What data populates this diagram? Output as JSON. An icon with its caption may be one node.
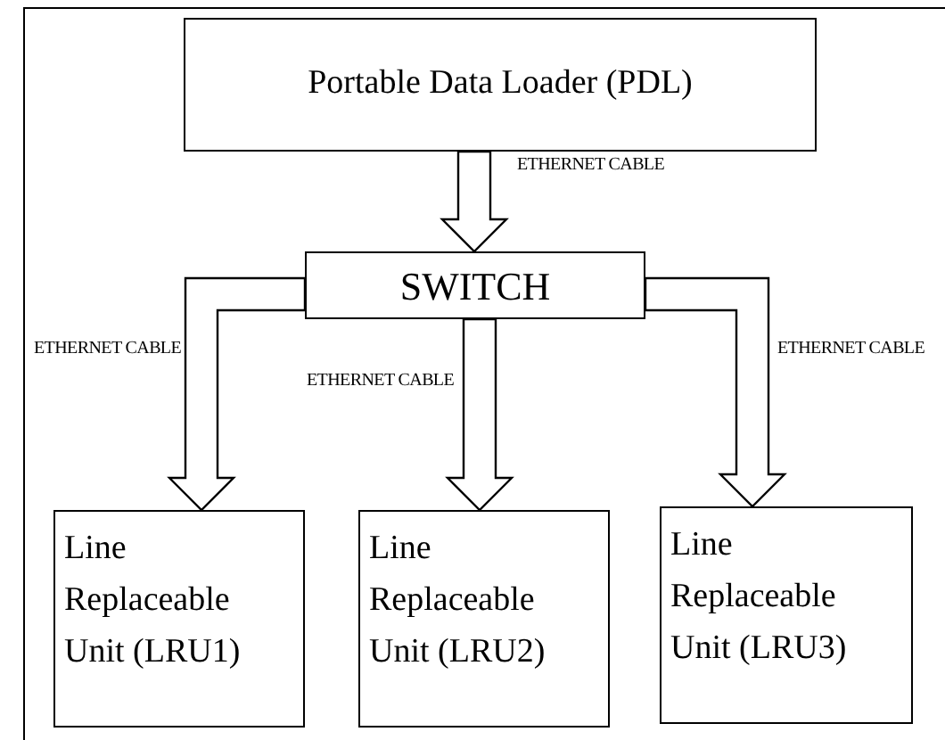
{
  "diagram": {
    "nodes": [
      {
        "text": [
          "Portable Data Loader (PDL)"
        ]
      },
      {
        "text": [
          "SWITCH"
        ]
      },
      {
        "text": [
          "Line Replaceable Unit (LRU1)"
        ]
      },
      {
        "text": [
          "Line Replaceable Unit (LRU2)"
        ]
      },
      {
        "text": [
          "Line Replaceable Unit (LRU3)"
        ]
      }
    ],
    "edges": [
      {
        "from": 0,
        "to": 1,
        "arrow": "to",
        "label": "ETHERNET CABLE"
      },
      {
        "from": 1,
        "to": 2,
        "arrow": "to",
        "label": "ETHERNET CABLE"
      },
      {
        "from": 1,
        "to": 3,
        "arrow": "to",
        "label": "ETHERNET CABLE"
      },
      {
        "from": 1,
        "to": 4,
        "arrow": "to",
        "label": "ETHERNET CABLE"
      }
    ]
  }
}
